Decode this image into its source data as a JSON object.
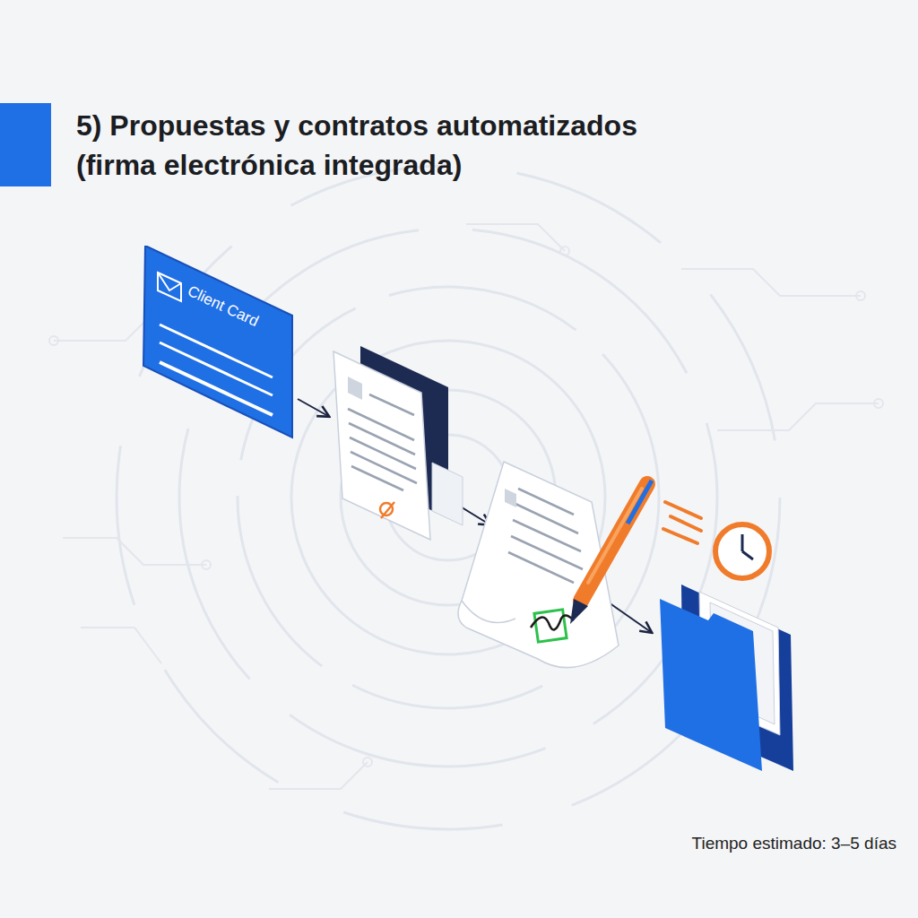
{
  "diagram": {
    "title": "5) Propuestas y contratos automatizados (firma electrónica integrada)",
    "nodes": [
      {
        "text": [
          "Client Card"
        ]
      }
    ],
    "labels": [
      "Tiempo estimado: 3–5 días"
    ]
  }
}
